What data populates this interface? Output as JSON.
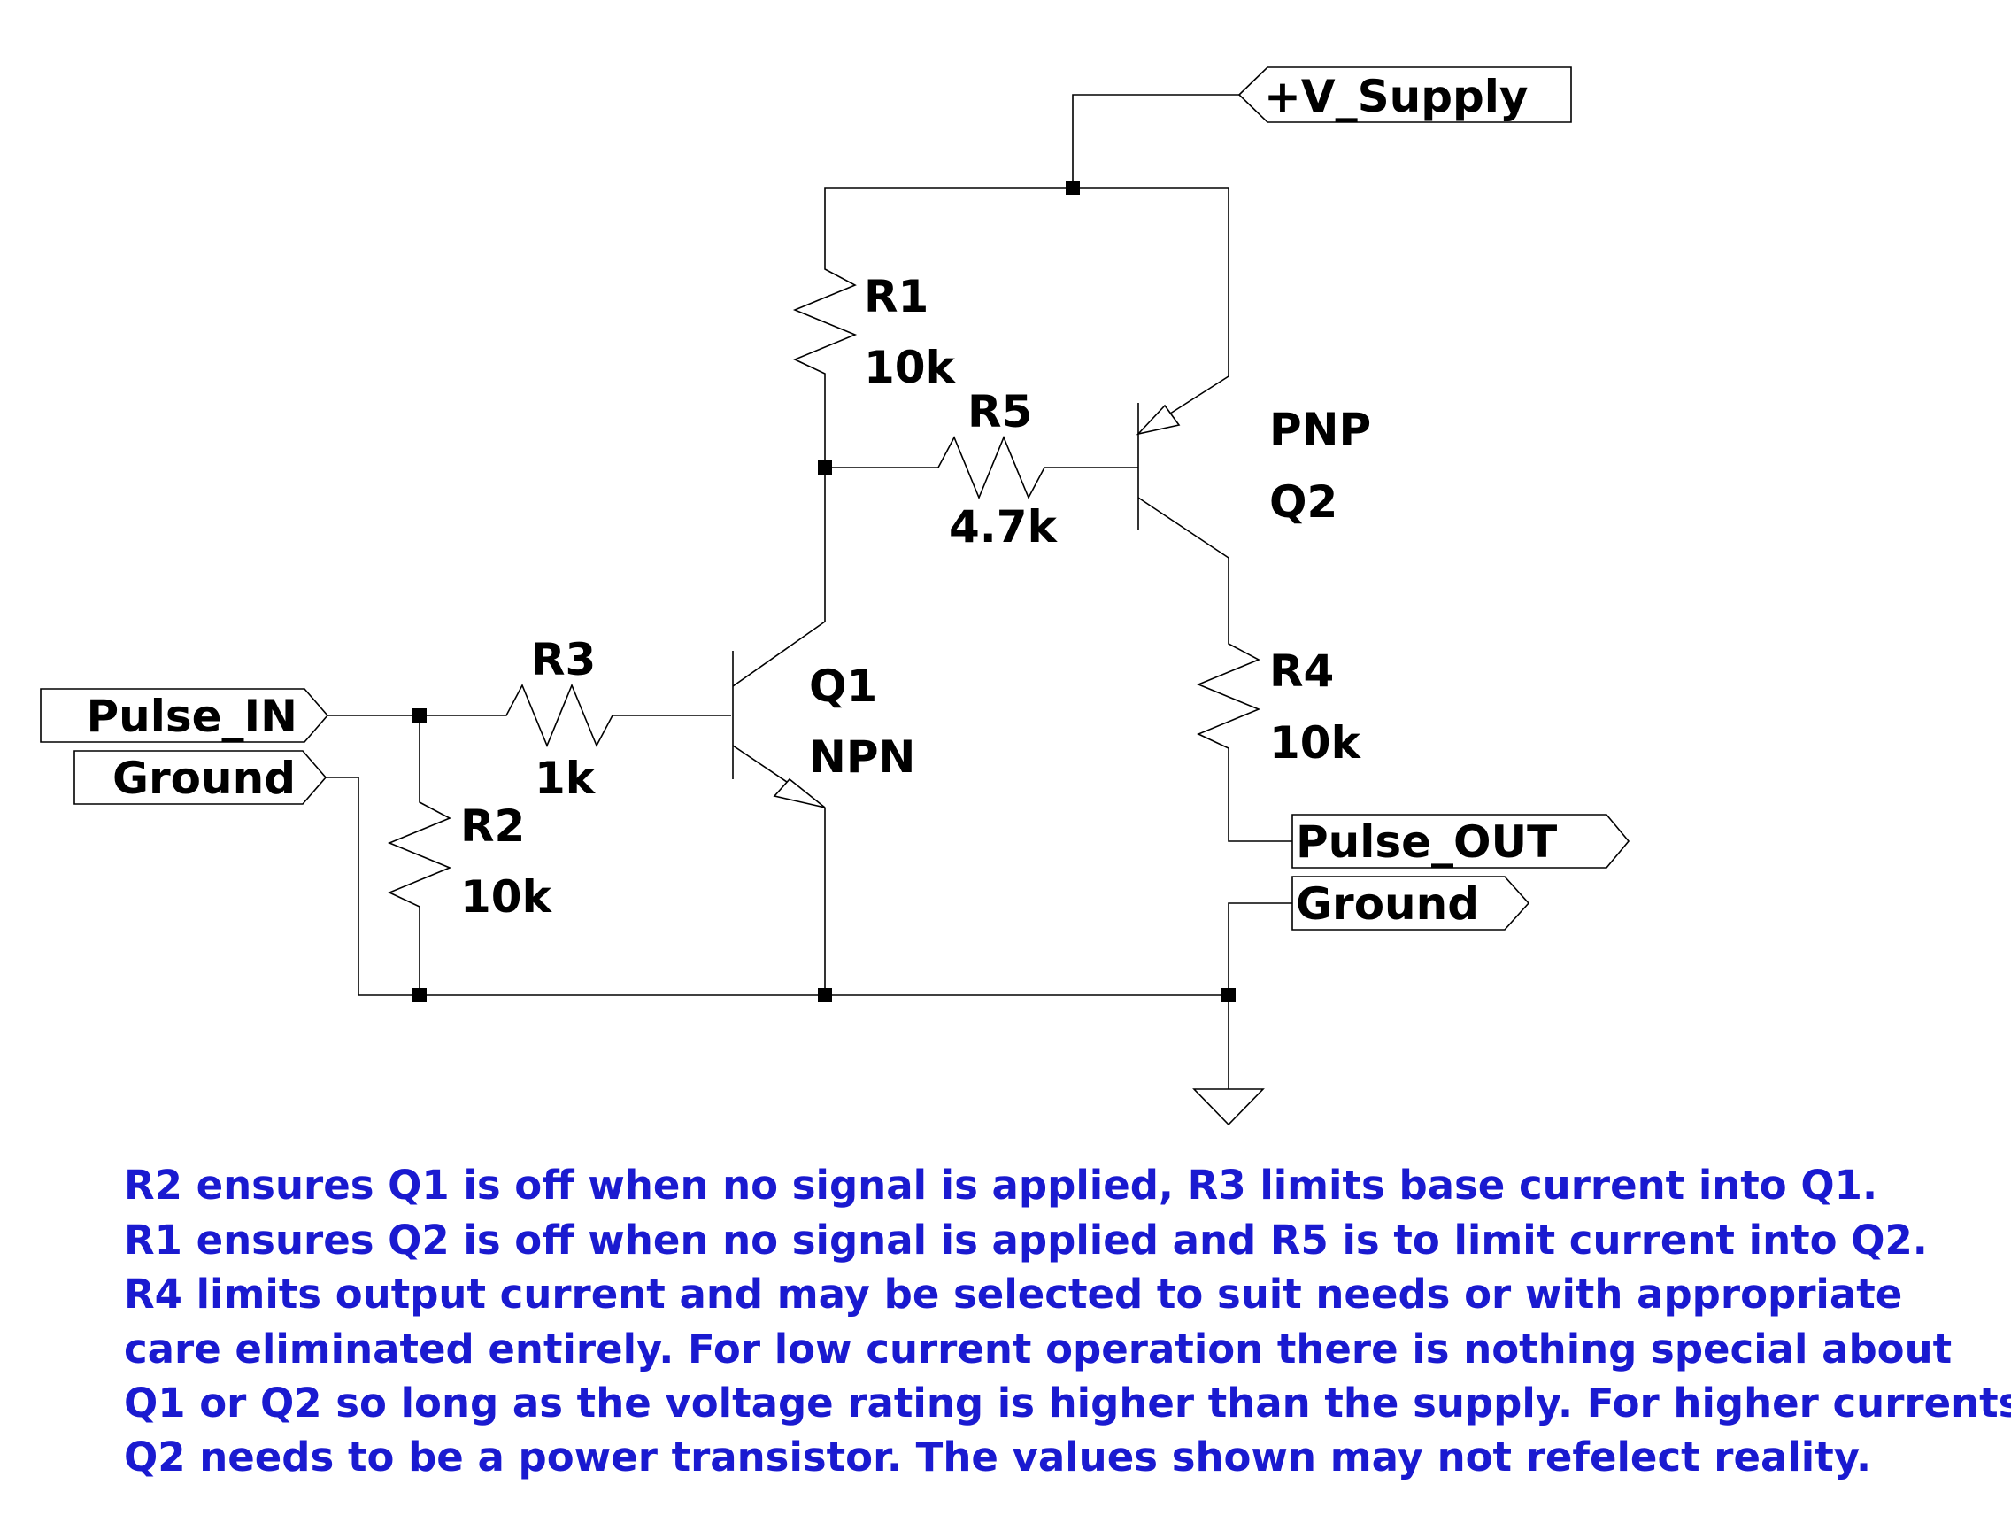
{
  "nets": {
    "supply": "+V_Supply",
    "pulse_in": "Pulse_IN",
    "ground_left": "Ground",
    "pulse_out": "Pulse_OUT",
    "ground_right": "Ground"
  },
  "components": {
    "r1": {
      "ref": "R1",
      "value": "10k"
    },
    "r2": {
      "ref": "R2",
      "value": "10k"
    },
    "r3": {
      "ref": "R3",
      "value": "1k"
    },
    "r4": {
      "ref": "R4",
      "value": "10k"
    },
    "r5": {
      "ref": "R5",
      "value": "4.7k"
    },
    "q1": {
      "ref": "Q1",
      "type": "NPN"
    },
    "q2": {
      "ref": "Q2",
      "type": "PNP"
    }
  },
  "notes": [
    "R2 ensures Q1 is off when no signal is applied, R3 limits base current into Q1.",
    "R1 ensures Q2 is off when no signal is applied and R5 is to limit current into Q2.",
    "R4 limits output current and may be selected to suit needs or with appropriate",
    "care eliminated entirely. For low current operation there is nothing special about",
    "Q1 or Q2 so long as the voltage rating is higher than the supply. For higher currents",
    "Q2 needs to be a power transistor. The values shown may not refelect reality."
  ],
  "colors": {
    "wire": "#000000",
    "note_text": "#1a1ad0",
    "background": "#ffffff"
  }
}
